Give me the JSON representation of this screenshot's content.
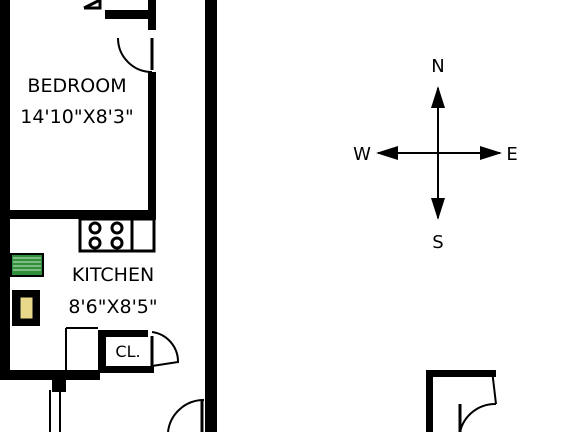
{
  "rooms": {
    "bedroom": {
      "name": "BEDROOM",
      "size": "14'10\"X8'3\""
    },
    "kitchen": {
      "name": "KITCHEN",
      "size": "8'6\"X8'5\""
    },
    "closet": {
      "name": "CL."
    }
  },
  "compass": {
    "north": "N",
    "south": "S",
    "east": "E",
    "west": "W"
  },
  "colors": {
    "wall": "#000000",
    "background": "#ffffff",
    "counter_hatch": "#2f8f3a",
    "fixture": "#e8d98a"
  }
}
